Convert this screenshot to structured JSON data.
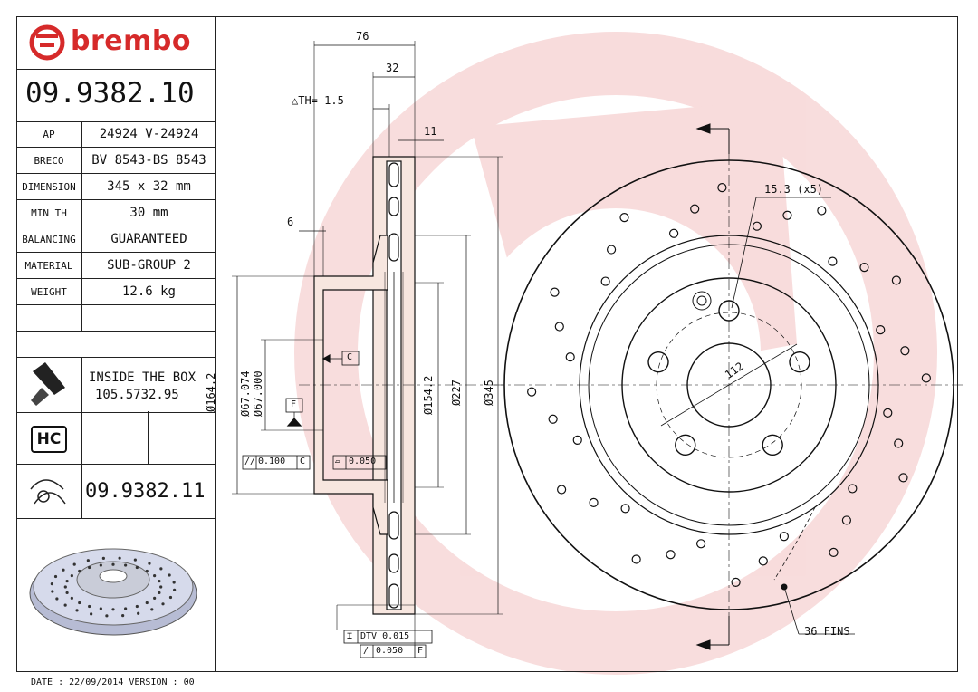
{
  "brand": {
    "name": "brembo",
    "color": "#d62a2a"
  },
  "part_number": "09.9382.10",
  "specs": [
    {
      "key": "AP",
      "value": "24924 V-24924"
    },
    {
      "key": "BRECO",
      "value": "BV 8543-BS 8543"
    },
    {
      "key": "DIMENSION",
      "value": "345 x 32 mm"
    },
    {
      "key": "MIN TH",
      "value": "30 mm"
    },
    {
      "key": "BALANCING",
      "value": "GUARANTEED"
    },
    {
      "key": "MATERIAL",
      "value": "SUB-GROUP 2"
    },
    {
      "key": "WEIGHT",
      "value": "12.6 kg"
    }
  ],
  "inside_box": {
    "label": "INSIDE THE BOX",
    "value": "105.5732.95",
    "icon": "screw-icon"
  },
  "hc": {
    "label": "HC"
  },
  "alt_part": {
    "value": "09.9382.11",
    "icon": "disc-side-icon"
  },
  "footer": {
    "date": "DATE : 22/09/2014 VERSION : 00"
  },
  "dimensions": {
    "width_76": "76",
    "width_32": "32",
    "th": "△TH= 1.5",
    "width_11": "11",
    "width_6": "6",
    "dia_164": "Ø164.2",
    "dia_67": "Ø67.074",
    "dia_67b": "Ø67.000",
    "dia_154": "Ø154.2",
    "dia_227": "Ø227",
    "dia_345": "Ø345",
    "datum_c": "C",
    "datum_f": "F",
    "tol_left": "0.100",
    "tol_left_ref": "C",
    "tol_mid": "0.050",
    "dtv": "DTV 0.015",
    "runout": "0.050",
    "runout_ref": "F",
    "holes": "15.3 (x5)",
    "pcd": "112",
    "fins": "36 FINS"
  }
}
